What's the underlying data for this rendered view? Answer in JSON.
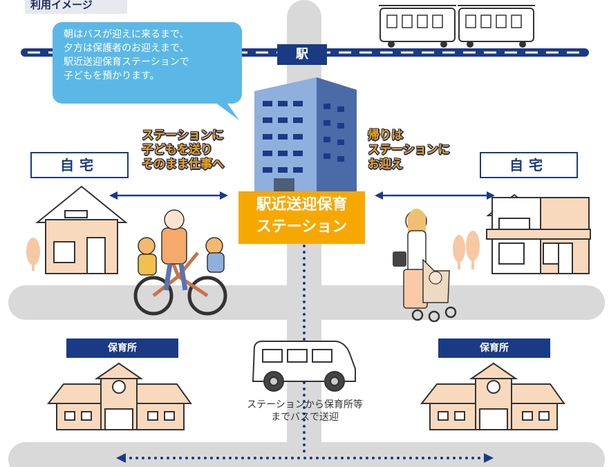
{
  "header_tag": "利用イメージ",
  "speech_bubble": "朝はバスが迎えに来るまで、\n夕方は保護者のお迎えまで、\n駅近送迎保育ステーションで\n子どもを預かります。",
  "station_sign": "駅",
  "home_left": "自宅",
  "home_right": "自宅",
  "left_caption": "ステーションに\n子どもを送り\nそのまま仕事へ",
  "right_caption": "帰りは\nステーションに\nお迎え",
  "center_label": "駅近送迎保育\nステーション",
  "nursery_left": "保育所",
  "nursery_right": "保育所",
  "bus_caption": "ステーションから保育所等\nまでバスで送迎",
  "colors": {
    "navy": "#1b3a86",
    "orange": "#f7a800",
    "bubble_blue": "#5bb8e6",
    "road_gray": "#d9d9d9",
    "house_peach": "#f9d9bd",
    "tree": "#f6c8a4"
  }
}
